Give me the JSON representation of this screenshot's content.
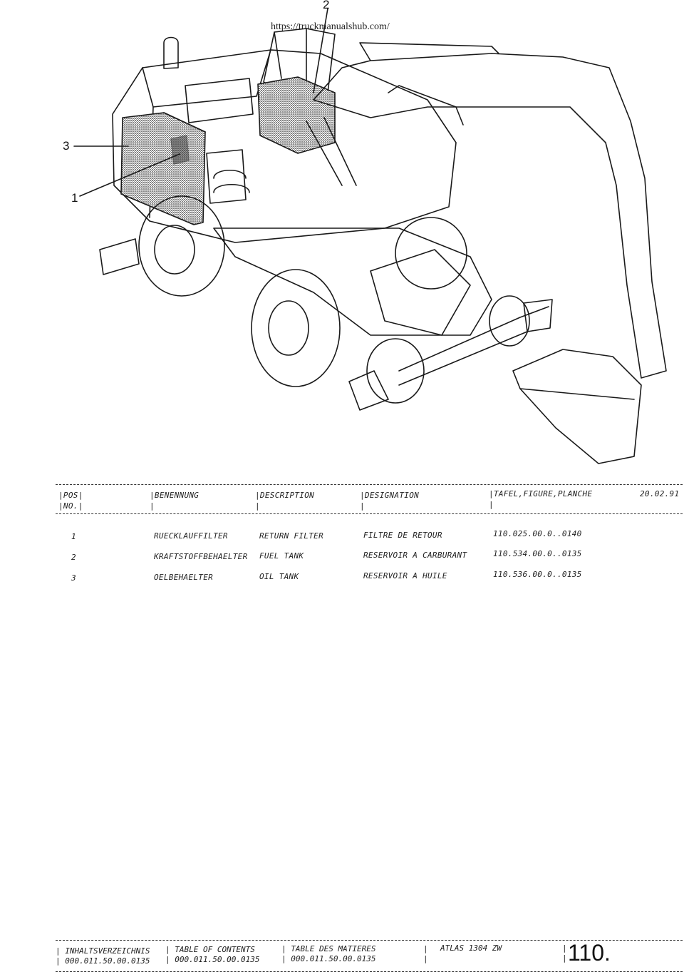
{
  "url": "https://truckmanualshub.com/",
  "callouts": {
    "c1": "1",
    "c2": "2",
    "c3": "3"
  },
  "header": {
    "pos": "|POS|",
    "no": "|NO.|",
    "benennung": "|BENENNUNG",
    "description": "|DESCRIPTION",
    "designation": "|DESIGNATION",
    "tafel": "|TAFEL,FIGURE,PLANCHE",
    "date": "20.02.91",
    "bar": "|"
  },
  "rows": [
    {
      "pos": "1",
      "benennung": "RUECKLAUFFILTER",
      "description": "RETURN FILTER",
      "designation": "FILTRE DE RETOUR",
      "tafel": "110.025.00.0..0140"
    },
    {
      "pos": "2",
      "benennung": "KRAFTSTOFFBEHAELTER",
      "description": "FUEL TANK",
      "designation": "RESERVOIR A CARBURANT",
      "tafel": "110.534.00.0..0135"
    },
    {
      "pos": "3",
      "benennung": "OELBEHAELTER",
      "description": "OIL TANK",
      "designation": "RESERVOIR A HUILE",
      "tafel": "110.536.00.0..0135"
    }
  ],
  "footer": {
    "col1_title": "| INHALTSVERZEICHNIS",
    "col1_code": "| 000.011.50.00.0135",
    "col2_title": "| TABLE OF CONTENTS",
    "col2_code": "| 000.011.50.00.0135",
    "col3_title": "| TABLE DES MATIERES",
    "col3_code": "| 000.011.50.00.0135",
    "col4_sep": "|",
    "col4_sep2": "|",
    "model": "ATLAS 1304 ZW",
    "page_bar": "|",
    "page_bar2": "|",
    "page": "110."
  }
}
